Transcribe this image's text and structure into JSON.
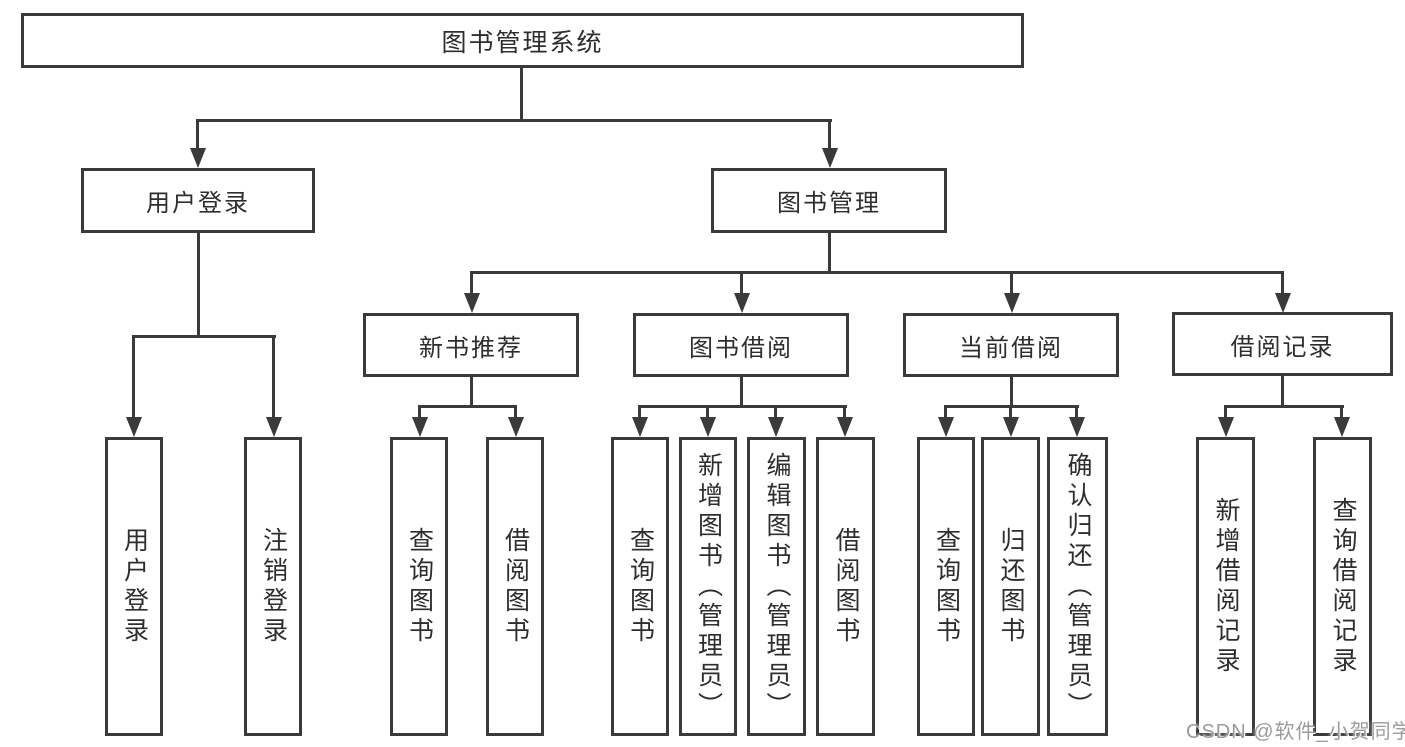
{
  "colors": {
    "line": "#3a3a3a",
    "text": "#2e2e2e",
    "watermark": "#9b9b9b",
    "background": "#ffffff"
  },
  "watermark": "CSDN @软件_小贺同学",
  "nodes": {
    "root": "图书管理系统",
    "user_login": "用户登录",
    "book_mgmt": "图书管理",
    "new_book_rec": "新书推荐",
    "book_borrow": "图书借阅",
    "current_borrow": "当前借阅",
    "borrow_records": "借阅记录",
    "ul_user_login": "用户登录",
    "ul_logout": "注销登录",
    "nbr_query_books": "查询图书",
    "nbr_borrow_books": "借阅图书",
    "bb_query_books": "查询图书",
    "bb_add_books": "新增图书（管理员）",
    "bb_edit_books": "编辑图书（管理员）",
    "bb_borrow_books": "借阅图书",
    "cb_query_books": "查询图书",
    "cb_return_books": "归还图书",
    "cb_confirm_return": "确认归还（管理员）",
    "br_add_record": "新增借阅记录",
    "br_query_record": "查询借阅记录"
  }
}
